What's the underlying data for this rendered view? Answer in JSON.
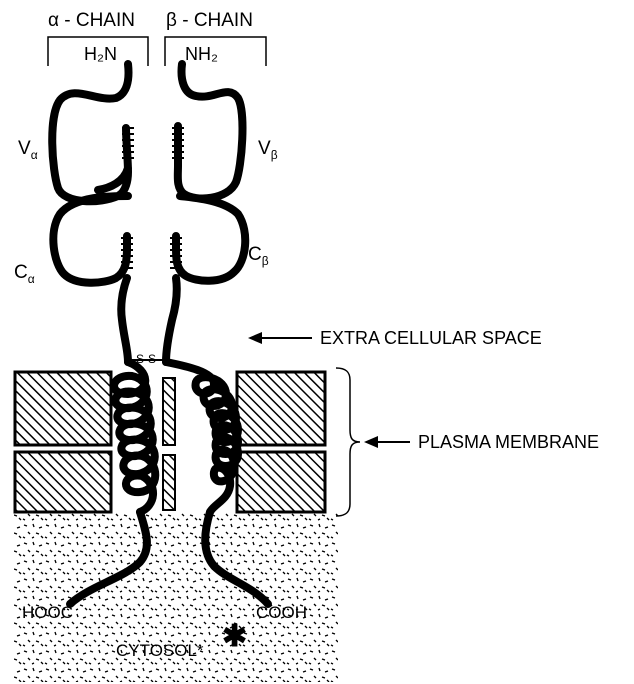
{
  "labels": {
    "alpha_chain": "α - CHAIN",
    "beta_chain": "β - CHAIN",
    "alpha_nterm": "H₂N",
    "beta_nterm": "NH₂",
    "v_alpha_main": "V",
    "v_alpha_sub": "α",
    "v_beta_main": "V",
    "v_beta_sub": "β",
    "c_alpha_main": "C",
    "c_alpha_sub": "α",
    "c_beta_main": "C",
    "c_beta_sub": "β",
    "disulfide": "S-S",
    "extracellular": "EXTRA CELLULAR SPACE",
    "plasma_membrane": "PLASMA MEMBRANE",
    "alpha_cterm": "HOOC",
    "beta_cterm": "COOH",
    "cytosol": "CYTOSOL*"
  },
  "colors": {
    "ink": "#000000",
    "background": "#ffffff"
  }
}
